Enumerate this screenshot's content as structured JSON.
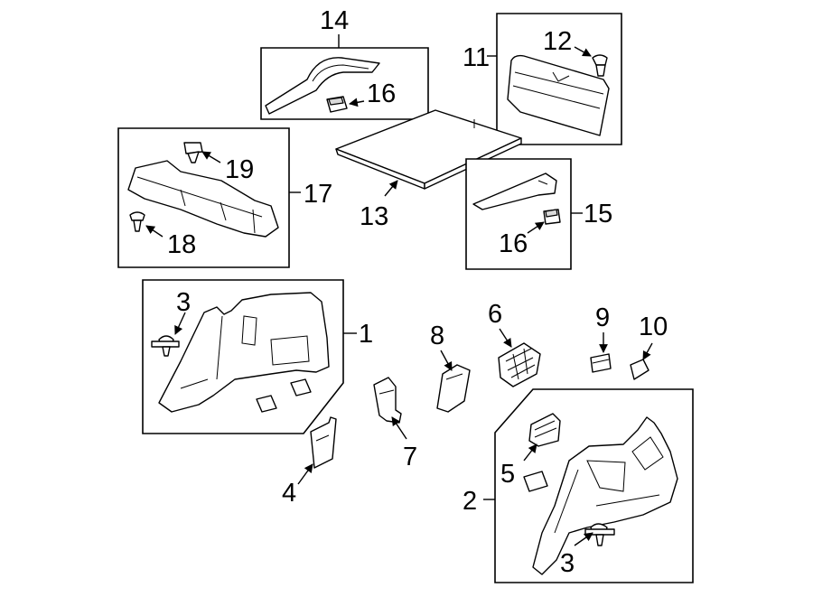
{
  "diagram": {
    "callouts": {
      "c1": "1",
      "c2": "2",
      "c3a": "3",
      "c3b": "3",
      "c4": "4",
      "c5": "5",
      "c6": "6",
      "c7": "7",
      "c8": "8",
      "c9": "9",
      "c10": "10",
      "c11": "11",
      "c12": "12",
      "c13": "13",
      "c14": "14",
      "c15": "15",
      "c16a": "16",
      "c16b": "16",
      "c17": "17",
      "c18": "18",
      "c19": "19"
    }
  }
}
